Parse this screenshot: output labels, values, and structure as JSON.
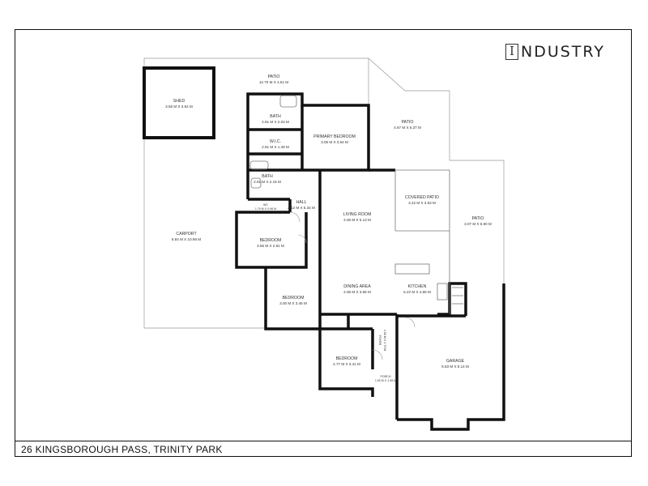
{
  "brand": {
    "logo_letter": "I",
    "name": "NDUSTRY"
  },
  "address": "26 KINGSBOROUGH PASS, TRINITY PARK",
  "rooms": {
    "patio_top": {
      "name": "PATIO",
      "dims": "12.70 M X 4.51 M"
    },
    "shed": {
      "name": "SHED",
      "dims": "3.56 M X 3.64 M"
    },
    "bath1": {
      "name": "BATH",
      "dims": "2.91 M X 2.03 M"
    },
    "wic": {
      "name": "W.I.C.",
      "dims": "2.91 M X 1.49 M"
    },
    "primary_bedroom": {
      "name": "PRIMARY BEDROOM",
      "dims": "3.05 M X 3.64 M"
    },
    "patio_right": {
      "name": "PATIO",
      "dims": "4.67 M X 6.37 M"
    },
    "bath2": {
      "name": "BATH",
      "dims": "2.91 M X 2.15 M"
    },
    "wc": {
      "name": "WC",
      "dims": "1.79 M X 0.96 M"
    },
    "hall": {
      "name": "HALL",
      "dims": "2.12 M X 5.34 M"
    },
    "living_room": {
      "name": "LIVING ROOM",
      "dims": "4.06 M X 5.13 M"
    },
    "covered_patio": {
      "name": "COVERED PATIO",
      "dims": "3.22 M X 3.53 M"
    },
    "patio_east": {
      "name": "PATIO",
      "dims": "3.07 M X 6.90 M"
    },
    "carport": {
      "name": "CARPORT",
      "dims": "6.84 M X 10.96 M"
    },
    "bedroom2": {
      "name": "BEDROOM",
      "dims": "3.55 M X 2.81 M"
    },
    "bedroom3": {
      "name": "BEDROOM",
      "dims": "3.00 M X 3.46 M"
    },
    "dining": {
      "name": "DINING AREA",
      "dims": "4.06 M X 3.66 M"
    },
    "kitchen": {
      "name": "KITCHEN",
      "dims": "5.22 M X 4.65 M"
    },
    "foyer": {
      "name": "FOYER",
      "dims": "1.58 M X 2.79 M"
    },
    "bedroom4": {
      "name": "BEDROOM",
      "dims": "2.77 M X 3.41 M"
    },
    "porch": {
      "name": "PORCH",
      "dims": "1.59 M X 1.45 M"
    },
    "garage": {
      "name": "GARAGE",
      "dims": "5.83 M X 8.14 M"
    }
  }
}
